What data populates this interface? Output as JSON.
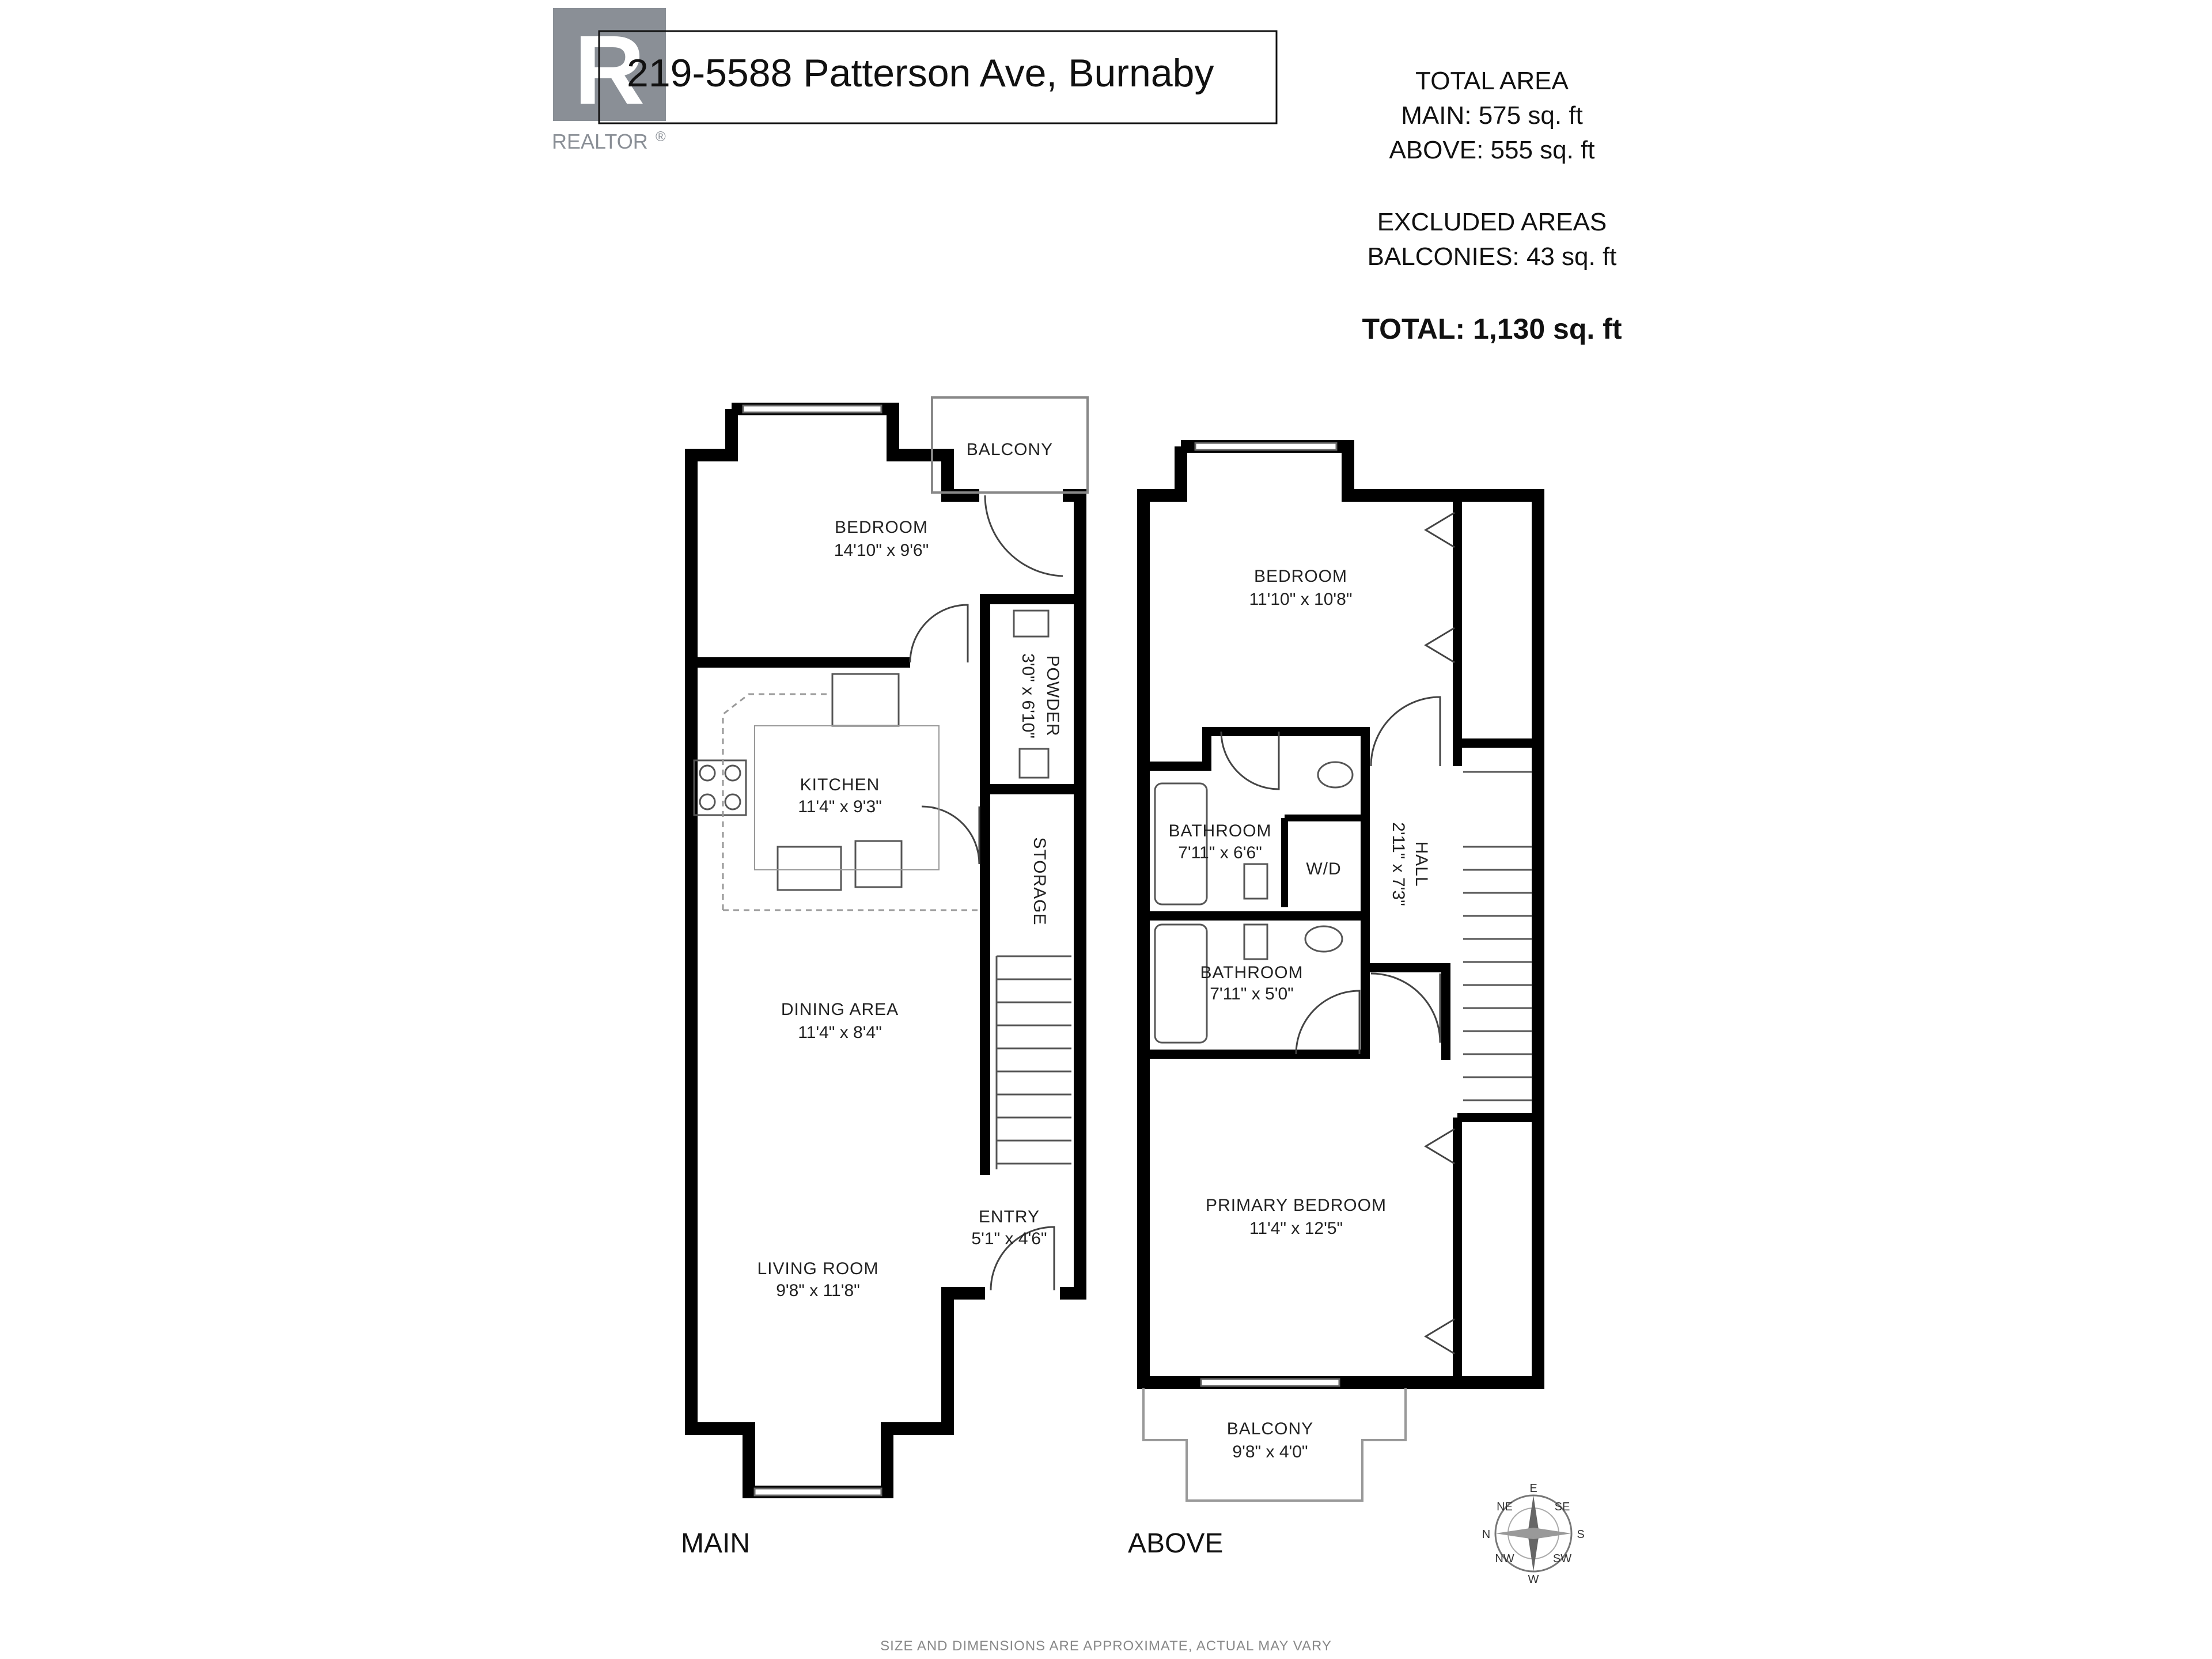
{
  "header": {
    "title": "219-5588 Patterson Ave, Burnaby",
    "logo_text": "REALTOR",
    "logo_mark": "®",
    "logo_letter": "R"
  },
  "area_summary": {
    "total_area_label": "TOTAL AREA",
    "main": "MAIN: 575 sq. ft",
    "above": "ABOVE: 555 sq. ft",
    "excluded_label": "EXCLUDED AREAS",
    "balconies": "BALCONIES: 43 sq. ft",
    "total": "TOTAL: 1,130 sq. ft"
  },
  "main_floor": {
    "label": "MAIN",
    "rooms": {
      "bedroom": {
        "name": "BEDROOM",
        "dim": "14'10\" x 9'6\""
      },
      "balcony": {
        "name": "BALCONY"
      },
      "powder": {
        "name": "POWDER",
        "dim": "3'0\" x 6'10\""
      },
      "kitchen": {
        "name": "KITCHEN",
        "dim": "11'4\" x 9'3\""
      },
      "storage": {
        "name": "STORAGE"
      },
      "dining": {
        "name": "DINING AREA",
        "dim": "11'4\" x 8'4\""
      },
      "entry": {
        "name": "ENTRY",
        "dim": "5'1\" x 4'6\""
      },
      "living": {
        "name": "LIVING ROOM",
        "dim": "9'8\" x 11'8\""
      }
    }
  },
  "above_floor": {
    "label": "ABOVE",
    "rooms": {
      "bedroom": {
        "name": "BEDROOM",
        "dim": "11'10\" x 10'8\""
      },
      "bathroom1": {
        "name": "BATHROOM",
        "dim": "7'11\" x 6'6\""
      },
      "wd": {
        "name": "W/D"
      },
      "hall": {
        "name": "HALL",
        "dim": "2'11\" x 7'3\""
      },
      "bathroom2": {
        "name": "BATHROOM",
        "dim": "7'11\" x 5'0\""
      },
      "primary": {
        "name": "PRIMARY BEDROOM",
        "dim": "11'4\" x 12'5\""
      },
      "balcony": {
        "name": "BALCONY",
        "dim": "9'8\" x 4'0\""
      }
    }
  },
  "compass": {
    "n": "N",
    "e": "E",
    "s": "S",
    "w": "W",
    "ne": "NE",
    "se": "SE",
    "sw": "SW",
    "nw": "NW"
  },
  "footer": {
    "note": "SIZE AND DIMENSIONS ARE APPROXIMATE, ACTUAL MAY VARY"
  },
  "colors": {
    "wall": "#000000",
    "fixture": "#555555",
    "logo": "#8a8f96"
  }
}
